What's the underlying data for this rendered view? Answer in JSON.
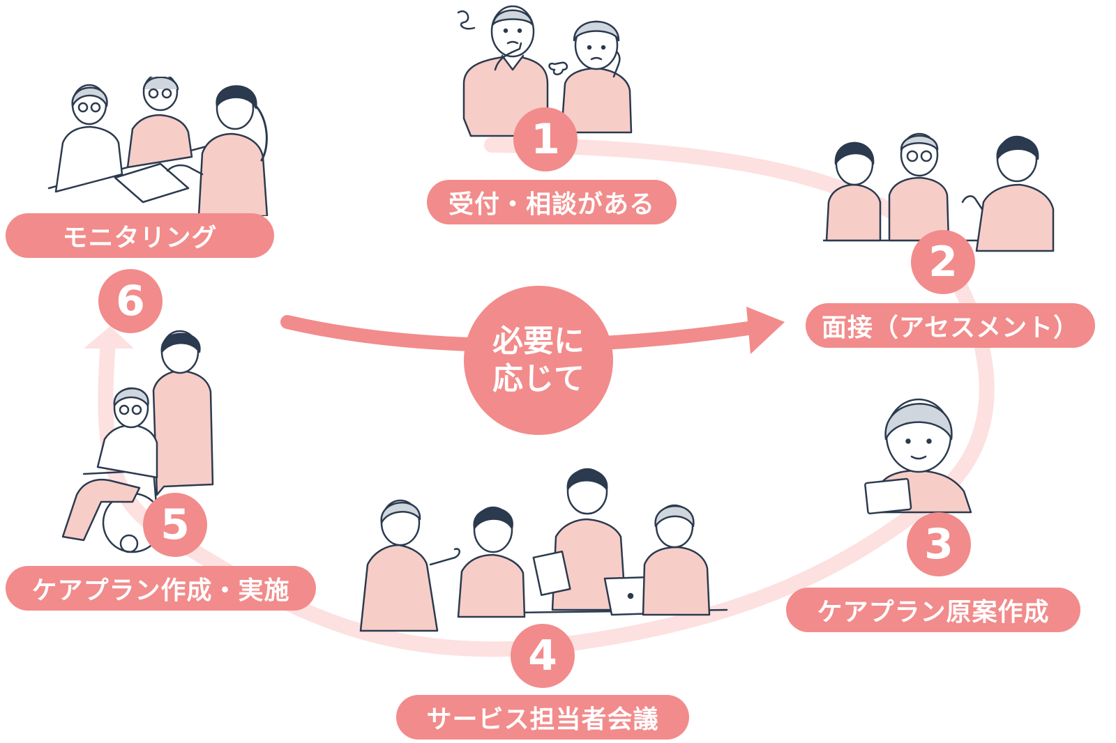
{
  "colors": {
    "accent": "#f28b8b",
    "ring": "#fde0e0",
    "outline": "#2b3a4e",
    "skin": "#ffffff",
    "clothing": "#f7cdc8"
  },
  "center": {
    "line1": "必要に",
    "line2": "応じて"
  },
  "steps": [
    {
      "number": "1",
      "label": "受付・相談がある"
    },
    {
      "number": "2",
      "label": "面接（アセスメント）"
    },
    {
      "number": "3",
      "label": "ケアプラン原案作成"
    },
    {
      "number": "4",
      "label": "サービス担当者会議"
    },
    {
      "number": "5",
      "label": "ケアプラン作成・実施"
    },
    {
      "number": "6",
      "label": "モニタリング"
    }
  ],
  "illustrations": [
    "worried-elderly-couple",
    "interview-family-with-care-manager",
    "care-manager-with-clipboard",
    "service-staff-meeting",
    "caregiver-pushing-wheelchair",
    "monitoring-home-visit"
  ]
}
